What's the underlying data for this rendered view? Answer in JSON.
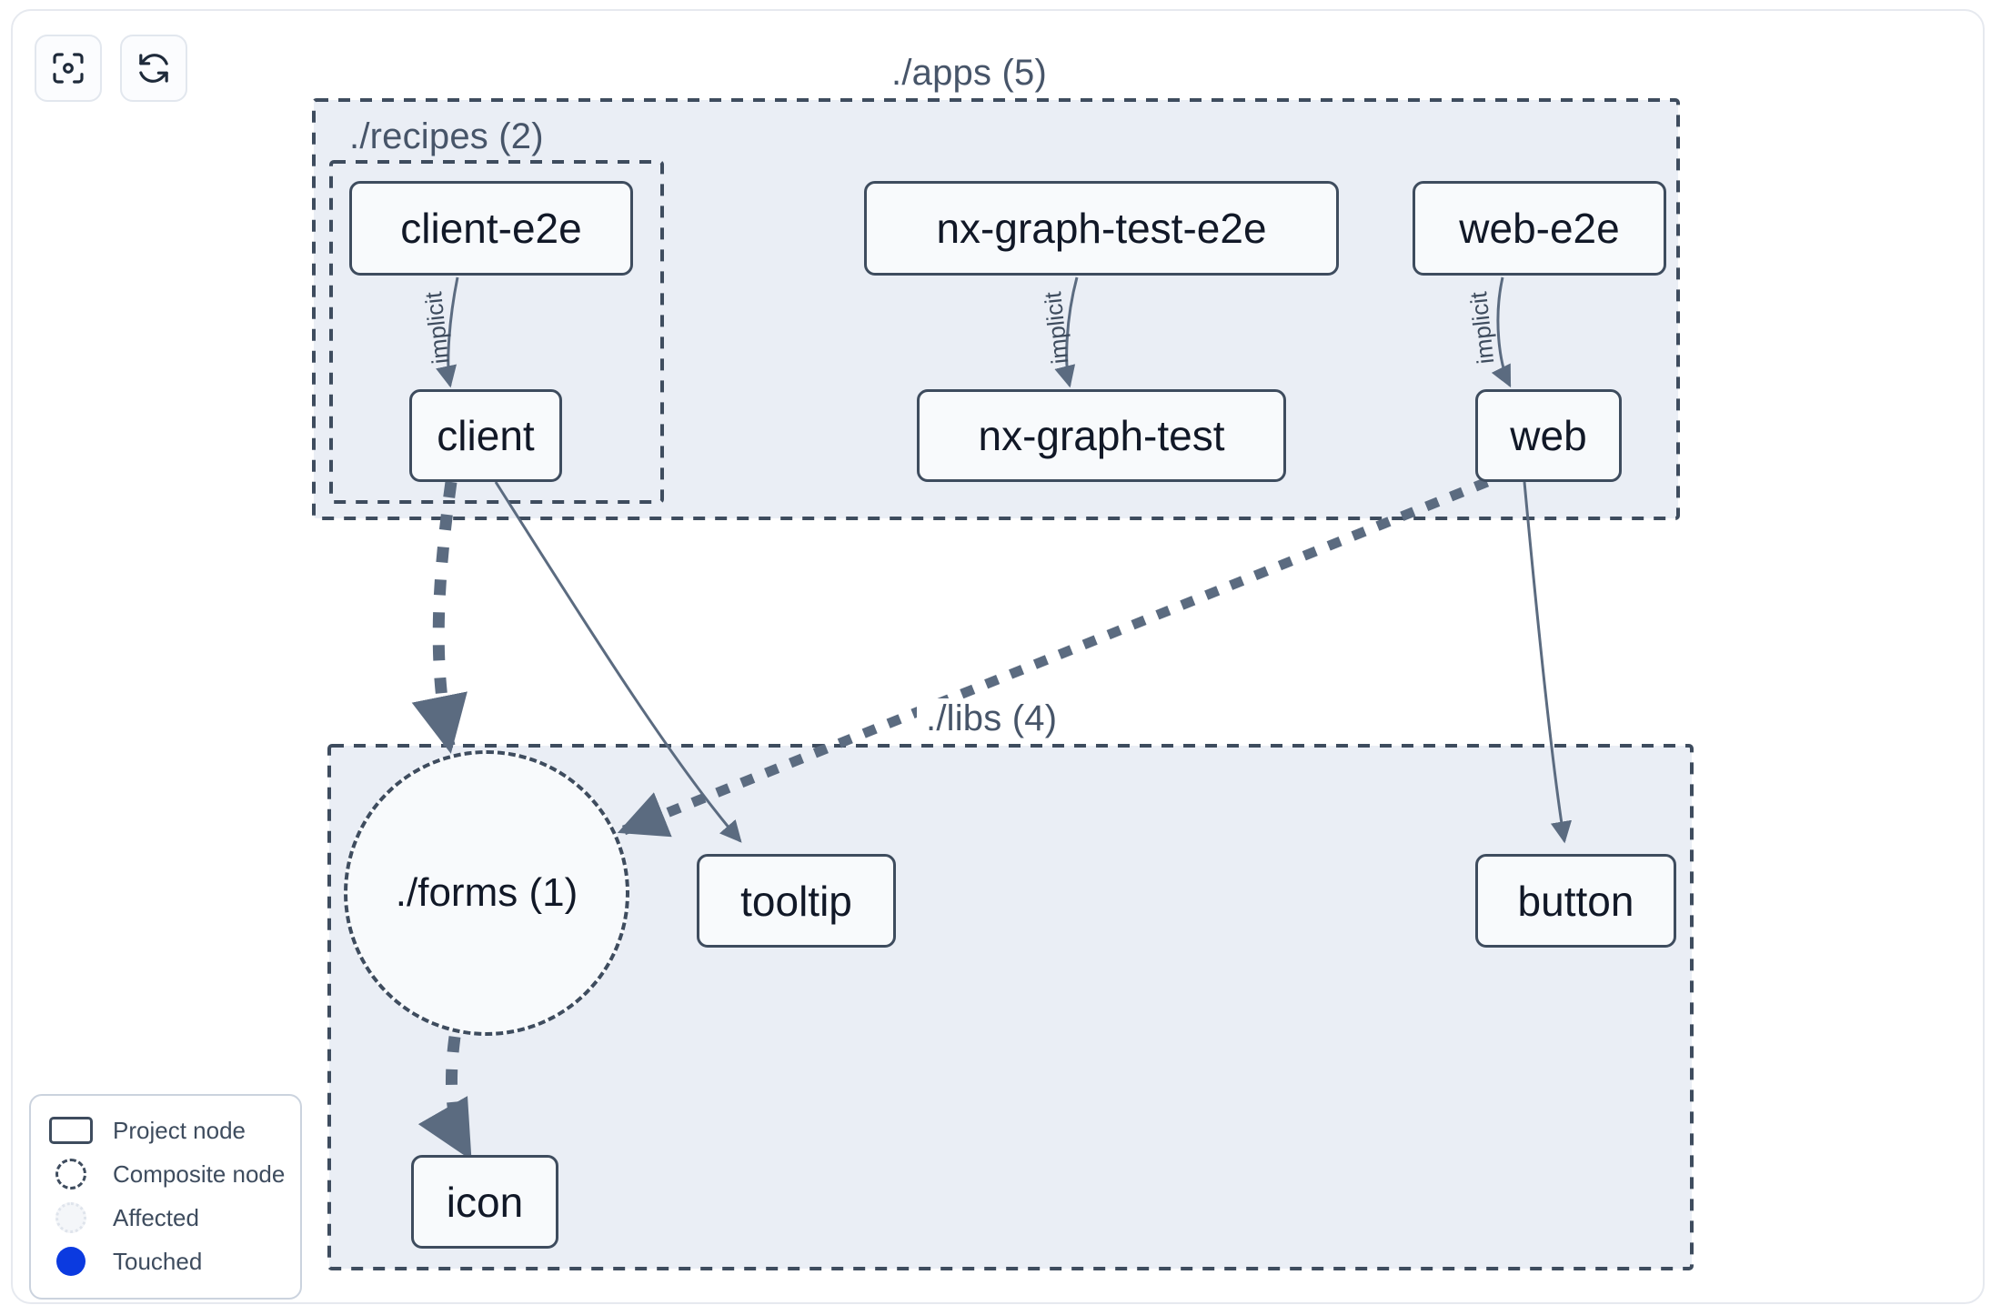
{
  "toolbar": {
    "buttons": [
      {
        "name": "focus-graph-button",
        "icon": "focus-target-icon",
        "label": ""
      },
      {
        "name": "refresh-graph-button",
        "icon": "refresh-icon",
        "label": ""
      }
    ]
  },
  "groups": [
    {
      "id": "apps",
      "label": "./apps (5)",
      "count": 5
    },
    {
      "id": "recipes",
      "label": "./recipes (2)",
      "count": 2
    },
    {
      "id": "libs",
      "label": "./libs (4)",
      "count": 4
    }
  ],
  "nodes": [
    {
      "id": "client-e2e",
      "label": "client-e2e",
      "type": "project",
      "group": "recipes"
    },
    {
      "id": "client",
      "label": "client",
      "type": "project",
      "group": "recipes"
    },
    {
      "id": "nx-graph-test-e2e",
      "label": "nx-graph-test-e2e",
      "type": "project",
      "group": "apps"
    },
    {
      "id": "nx-graph-test",
      "label": "nx-graph-test",
      "type": "project",
      "group": "apps"
    },
    {
      "id": "web-e2e",
      "label": "web-e2e",
      "type": "project",
      "group": "apps"
    },
    {
      "id": "web",
      "label": "web",
      "type": "project",
      "group": "apps"
    },
    {
      "id": "forms",
      "label": "./forms (1)",
      "type": "composite",
      "group": "libs"
    },
    {
      "id": "tooltip",
      "label": "tooltip",
      "type": "project",
      "group": "libs"
    },
    {
      "id": "button",
      "label": "button",
      "type": "project",
      "group": "libs"
    },
    {
      "id": "icon",
      "label": "icon",
      "type": "project",
      "group": "libs"
    }
  ],
  "edges": [
    {
      "from": "client-e2e",
      "to": "client",
      "label": "implicit",
      "style": "solid"
    },
    {
      "from": "nx-graph-test-e2e",
      "to": "nx-graph-test",
      "label": "implicit",
      "style": "solid"
    },
    {
      "from": "web-e2e",
      "to": "web",
      "label": "implicit",
      "style": "solid"
    },
    {
      "from": "client",
      "to": "forms",
      "label": "",
      "style": "dashed"
    },
    {
      "from": "client",
      "to": "tooltip",
      "label": "",
      "style": "solid"
    },
    {
      "from": "web",
      "to": "forms",
      "label": "",
      "style": "dashed"
    },
    {
      "from": "web",
      "to": "button",
      "label": "",
      "style": "solid"
    },
    {
      "from": "forms",
      "to": "icon",
      "label": "",
      "style": "dashed"
    }
  ],
  "legend": {
    "items": [
      {
        "swatch": "project-node-swatch",
        "label": "Project node"
      },
      {
        "swatch": "composite-node-swatch",
        "label": "Composite node"
      },
      {
        "swatch": "affected-swatch",
        "label": "Affected"
      },
      {
        "swatch": "touched-swatch",
        "label": "Touched"
      }
    ]
  },
  "colors": {
    "node_border": "#3e4c5e",
    "node_fill": "#f8fafc",
    "group_fill": "#eaeef5",
    "group_border": "#3e4c5e",
    "edge": "#5b6b80",
    "touched": "#0b3ae0",
    "text": "#111827",
    "label_text": "#475569"
  }
}
